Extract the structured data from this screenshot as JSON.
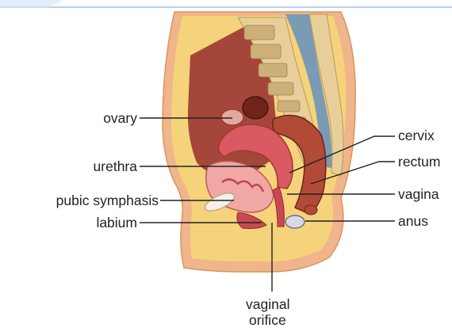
{
  "labels": {
    "ovary": "ovary",
    "urethra": "urethra",
    "pubic_symphasis": "pubic symphasis",
    "labium": "labium",
    "cervix": "cervix",
    "rectum": "rectum",
    "vagina": "vagina",
    "anus": "anus",
    "vaginal_orifice_line1": "vaginal",
    "vaginal_orifice_line2": "orifice"
  },
  "colors": {
    "skin": "#f0b58a",
    "fat": "#f5d37a",
    "organ_dark": "#9e3b2c",
    "uterus": "#d95a63",
    "bone": "#e8cf9a",
    "spine_blue": "#7a9bb3",
    "leader": "#222222",
    "accent_line": "#5a8fc8"
  }
}
